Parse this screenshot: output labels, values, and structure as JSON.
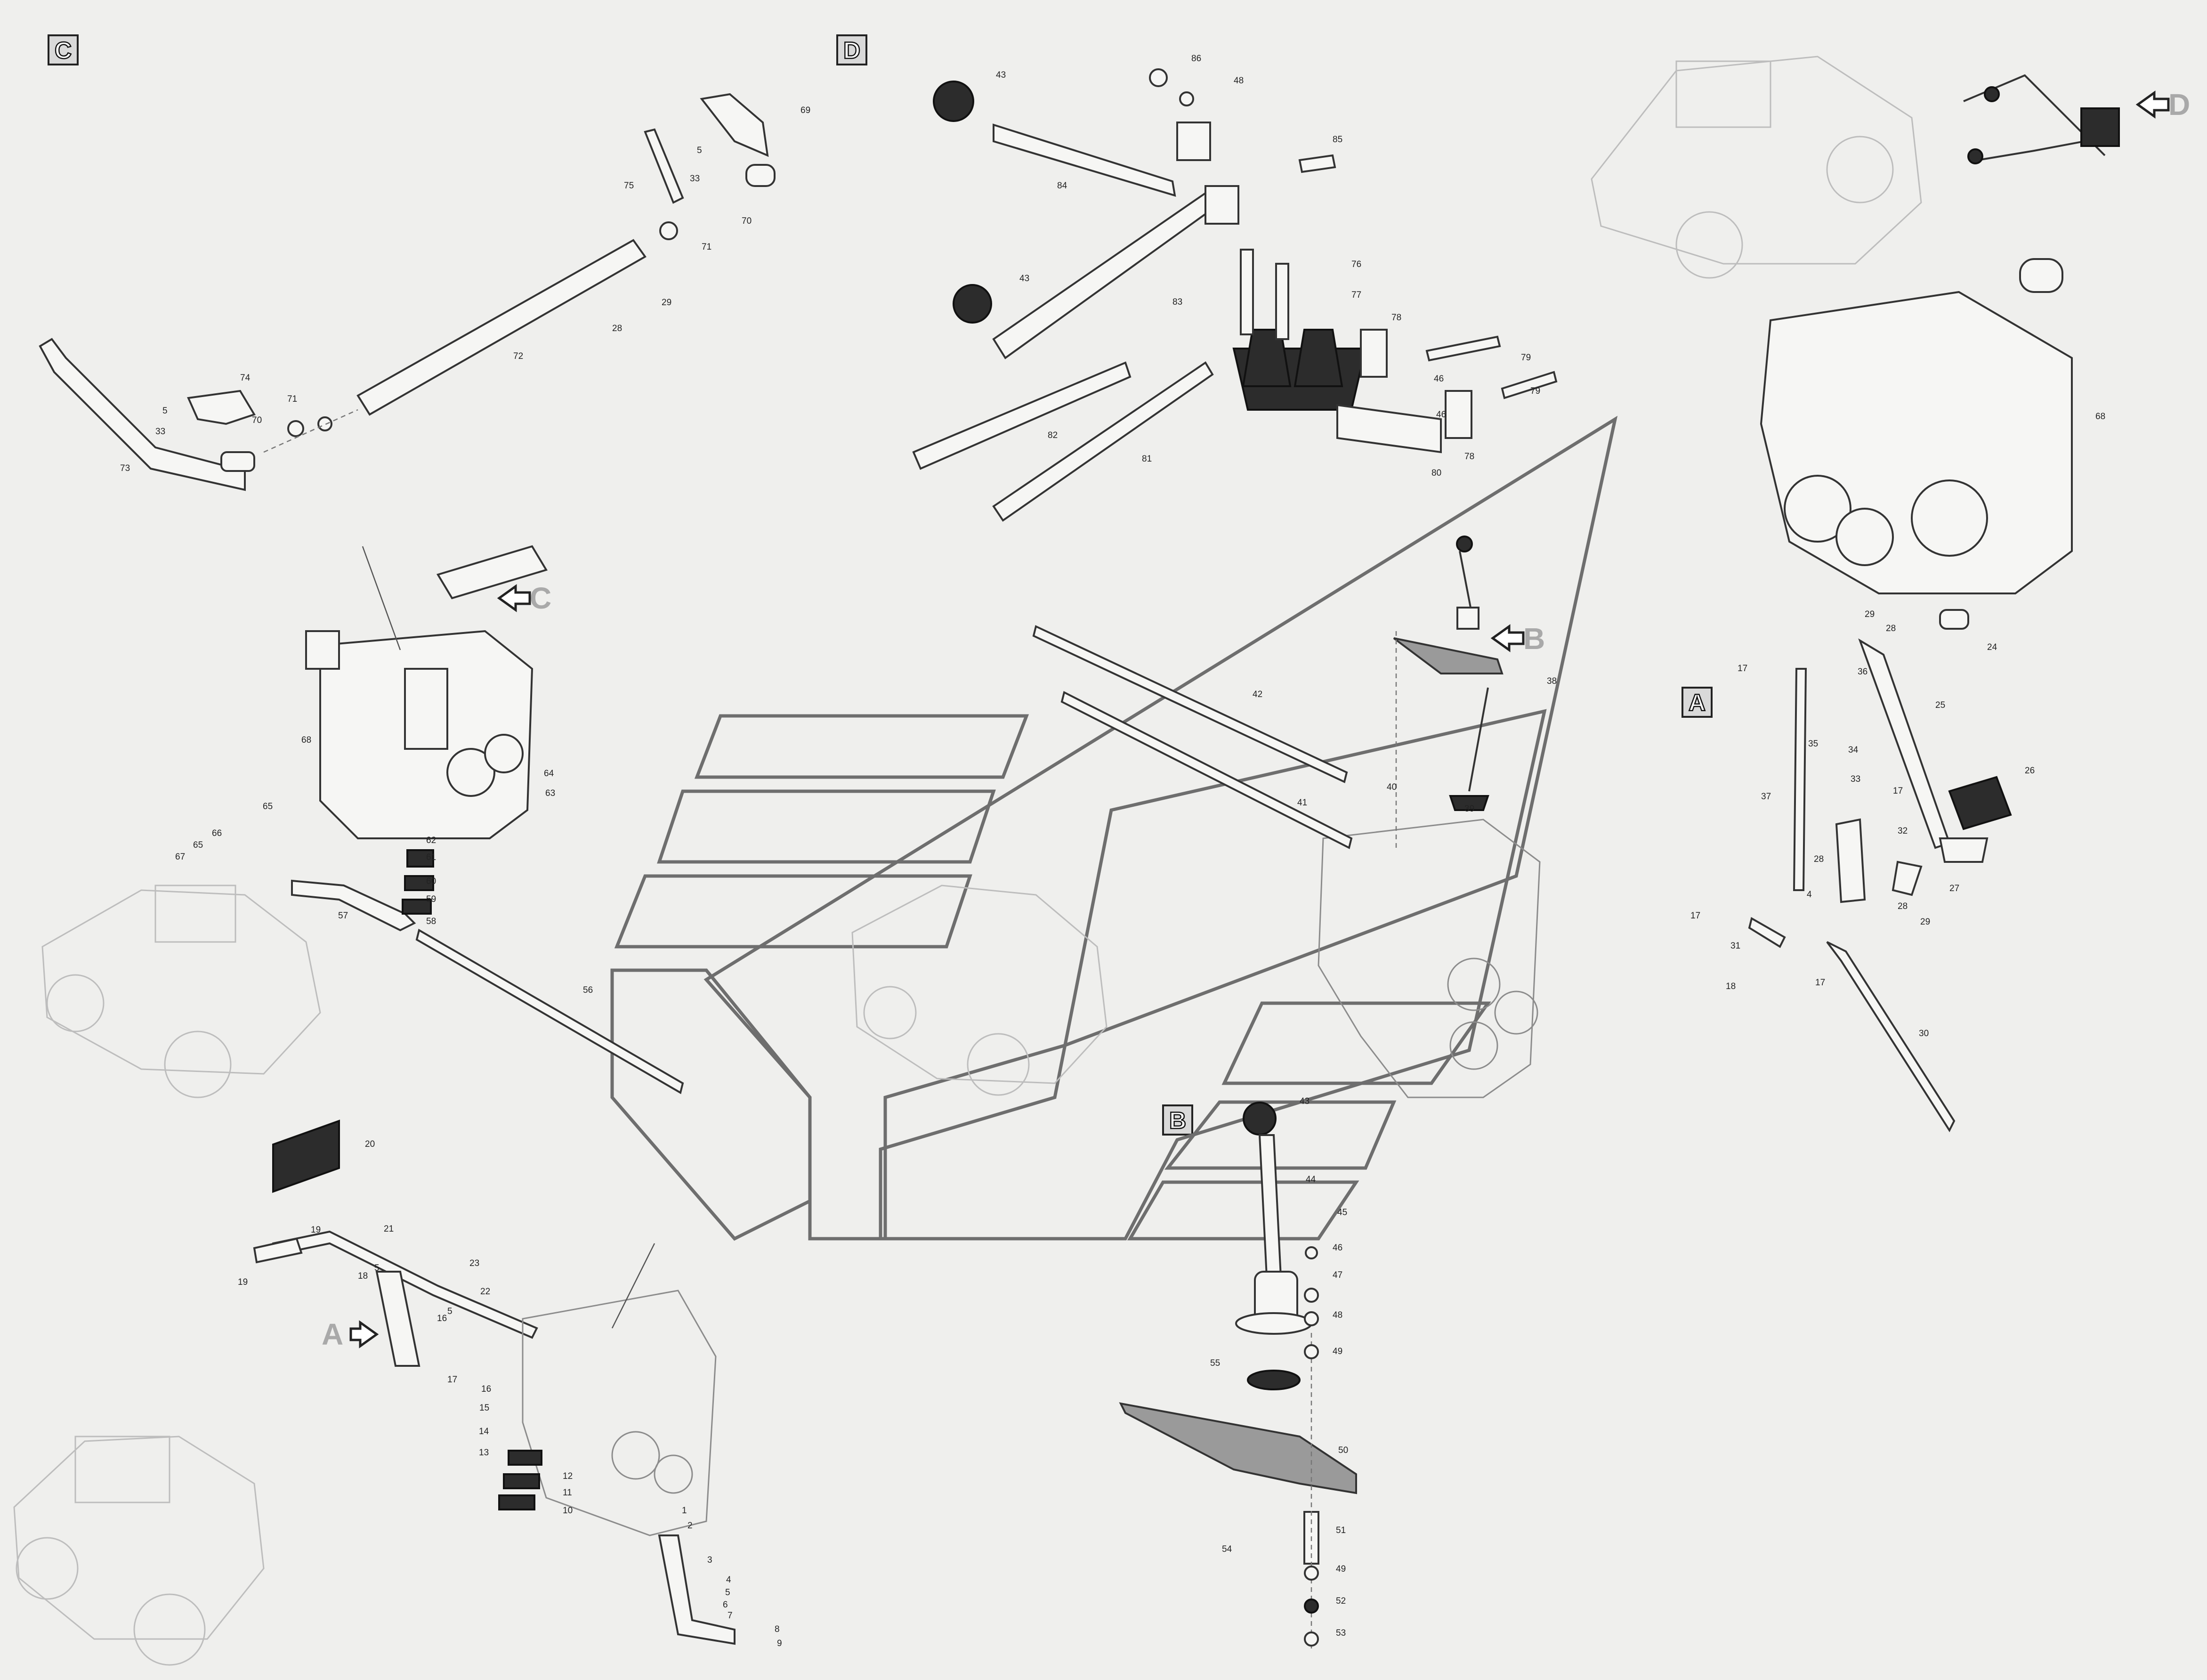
{
  "sections": [
    {
      "id": "C",
      "label": "C"
    },
    {
      "id": "D",
      "label": "D"
    },
    {
      "id": "A",
      "label": "A"
    },
    {
      "id": "B",
      "label": "B"
    }
  ],
  "view_markers": [
    {
      "id": "C",
      "label": "C"
    },
    {
      "id": "B",
      "label": "B"
    },
    {
      "id": "D",
      "label": "D"
    },
    {
      "id": "A",
      "label": "A"
    }
  ],
  "callouts": {
    "c_group": [
      "69",
      "5",
      "33",
      "75",
      "70",
      "71",
      "29",
      "28",
      "72",
      "74",
      "5",
      "33",
      "70",
      "71",
      "73"
    ],
    "d_group": [
      "86",
      "48",
      "43",
      "85",
      "84",
      "83",
      "43",
      "76",
      "77",
      "78",
      "79",
      "46",
      "46",
      "79",
      "78",
      "82",
      "81",
      "80"
    ],
    "center_group": [
      "42",
      "38",
      "40",
      "41",
      "39"
    ],
    "left_group": [
      "68",
      "64",
      "63",
      "65",
      "66",
      "65",
      "67",
      "62",
      "61",
      "60",
      "59",
      "58",
      "57",
      "56"
    ],
    "right_group": [
      "68",
      "29",
      "28",
      "24",
      "17",
      "36",
      "25",
      "35",
      "34",
      "33",
      "17",
      "26",
      "37",
      "32",
      "28",
      "27",
      "4",
      "28",
      "29",
      "17",
      "31",
      "18",
      "17",
      "30"
    ],
    "bottom_left_group": [
      "20",
      "19",
      "21",
      "19",
      "18",
      "5",
      "23",
      "22",
      "5",
      "16",
      "17",
      "16",
      "15",
      "14",
      "13",
      "12",
      "11",
      "10",
      "1",
      "2",
      "3",
      "4",
      "5",
      "6",
      "7",
      "8",
      "9"
    ],
    "bottom_center_group": [
      "43",
      "44",
      "45",
      "46",
      "47",
      "48",
      "49",
      "55",
      "50",
      "51",
      "54",
      "49",
      "52",
      "53"
    ]
  },
  "colors": {
    "background": "#efefed",
    "line": "#333333",
    "chevron": "#6e6e6e",
    "marker_text": "#a9a9a9",
    "rubber": "#2c2c2c"
  }
}
